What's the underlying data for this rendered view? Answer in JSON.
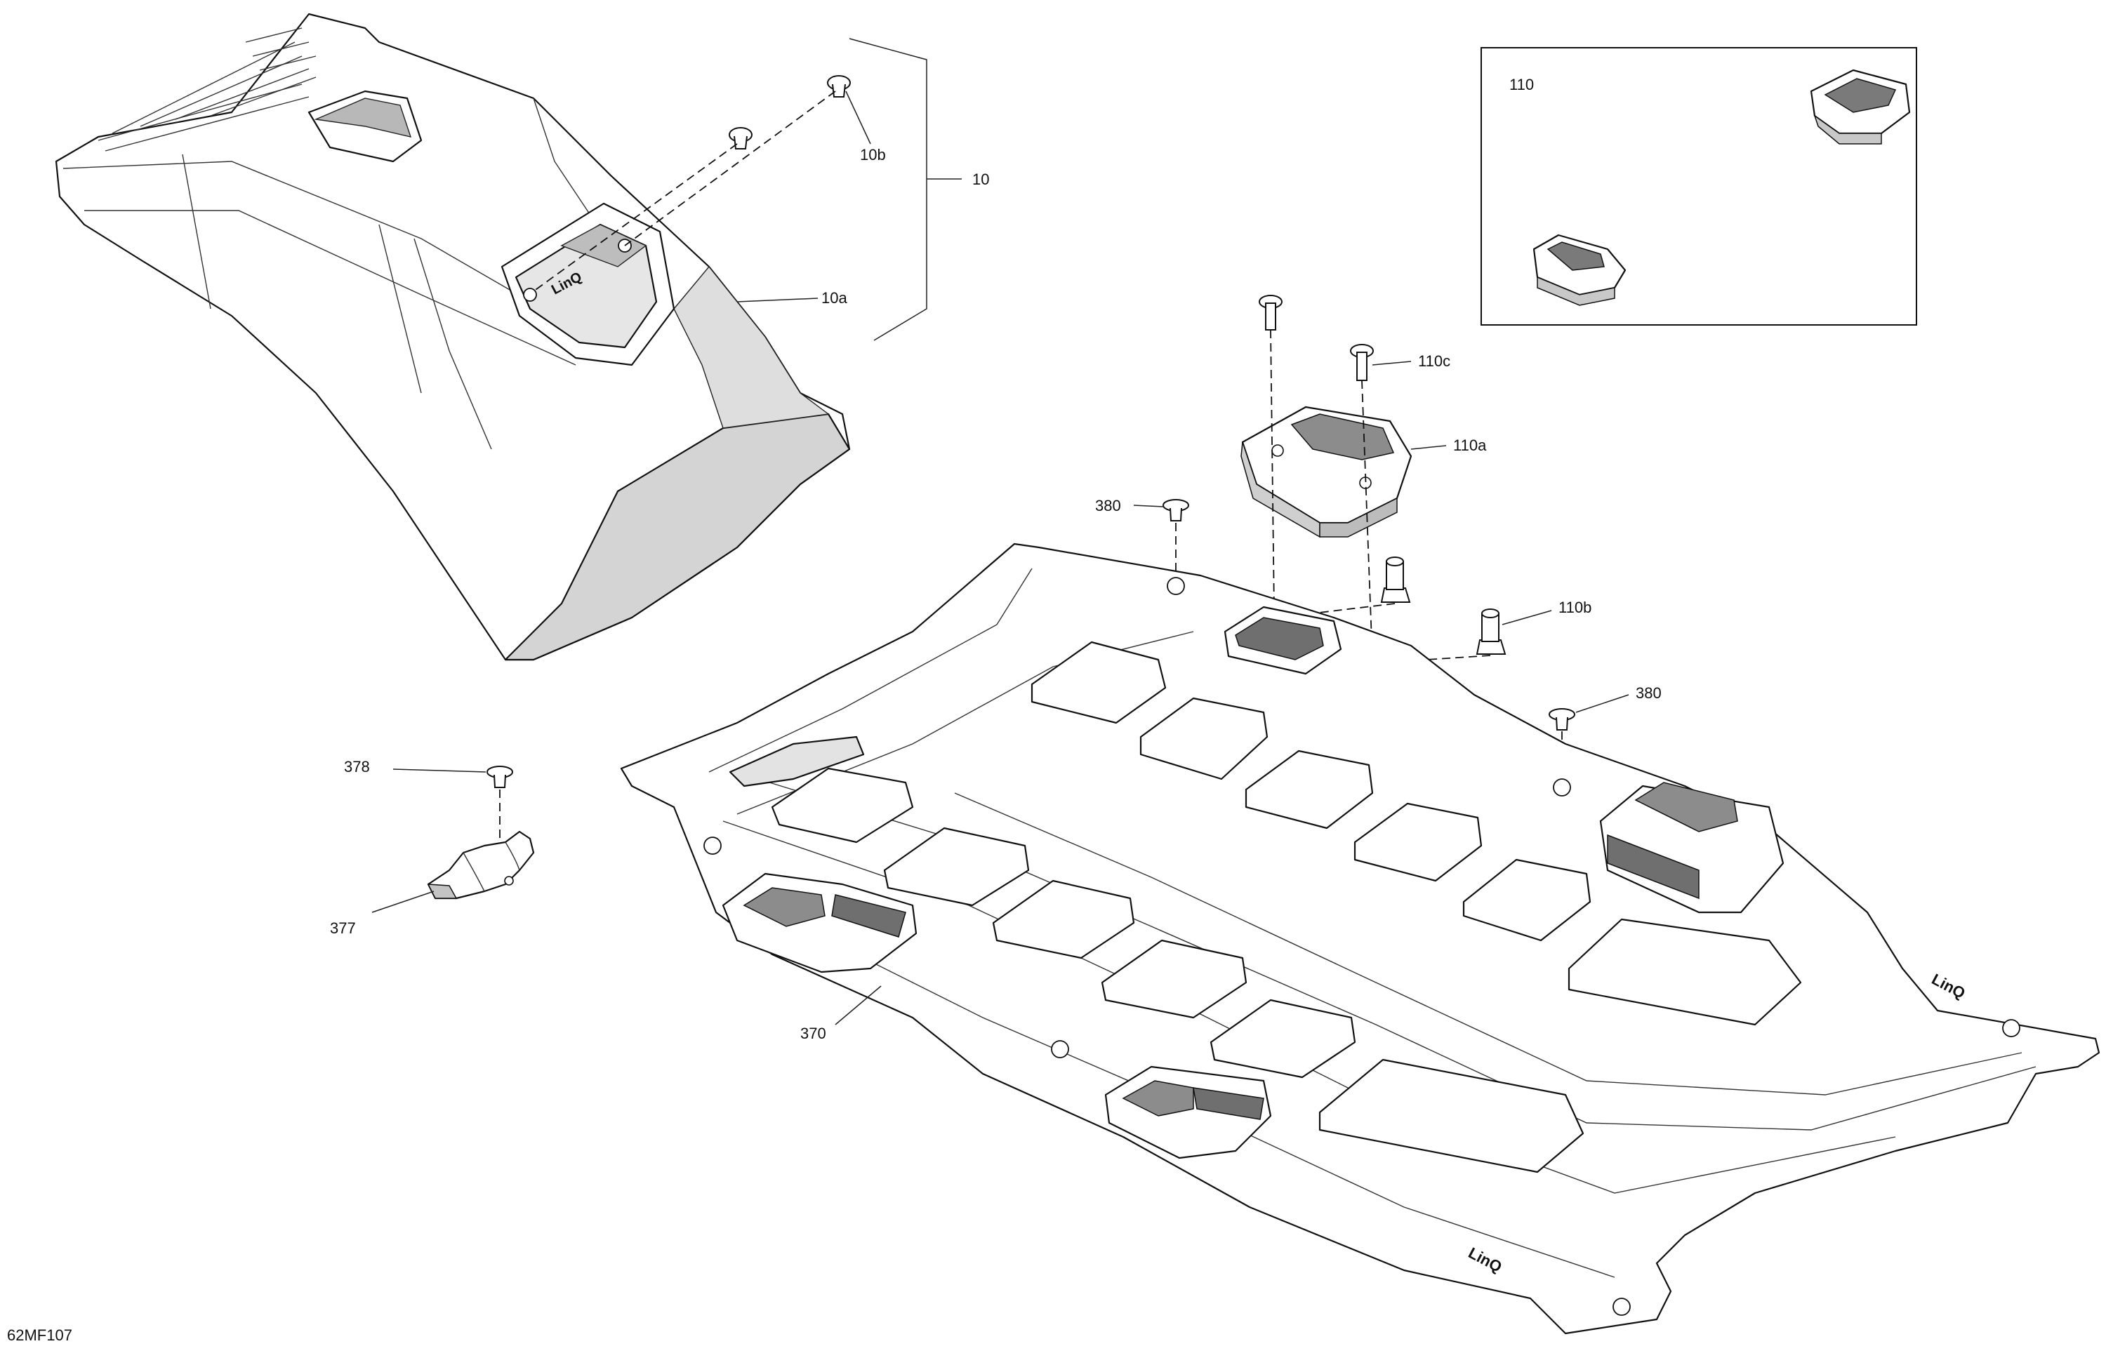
{
  "diagram_id": "62MF107",
  "callouts": {
    "c10": "10",
    "c10a": "10a",
    "c10b": "10b",
    "c110": "110",
    "c110a": "110a",
    "c110b": "110b",
    "c110c": "110c",
    "c380_left": "380",
    "c380_right": "380",
    "c378": "378",
    "c377": "377",
    "c370": "370"
  },
  "logo_text": "LinQ",
  "colors": {
    "line": "#111111",
    "shade": "#d4d4d4",
    "dark_shade": "#8c8c8c",
    "paper": "#ffffff"
  }
}
